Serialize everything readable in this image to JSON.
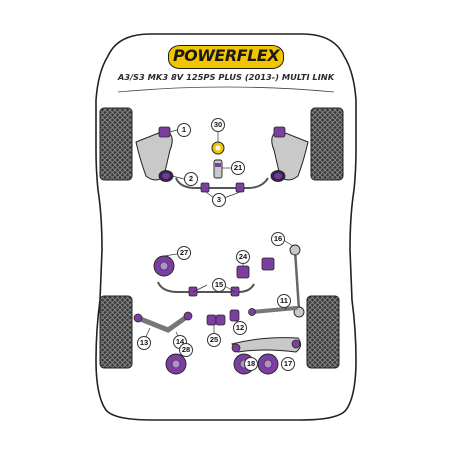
{
  "brand": {
    "logo_text": "POWERFLEX",
    "subtitle": "A3/S3 MK3 8V 125PS PLUS (2013-) MULTI LINK"
  },
  "colors": {
    "bush_purple": "#7b3fa0",
    "bush_purple_light": "#b48fce",
    "brand_yellow": "#f2c500",
    "tyre_dark": "#3a3a3a",
    "metal_grey": "#c9c9c9",
    "outline": "#1e1e1e"
  },
  "callouts": [
    {
      "id": "c1",
      "label": "1"
    },
    {
      "id": "c2",
      "label": "2"
    },
    {
      "id": "c3",
      "label": "3"
    },
    {
      "id": "c11",
      "label": "11"
    },
    {
      "id": "c12",
      "label": "12"
    },
    {
      "id": "c13",
      "label": "13"
    },
    {
      "id": "c14",
      "label": "14"
    },
    {
      "id": "c15",
      "label": "15"
    },
    {
      "id": "c16",
      "label": "16"
    },
    {
      "id": "c17",
      "label": "17"
    },
    {
      "id": "c18",
      "label": "18"
    },
    {
      "id": "c21",
      "label": "21"
    },
    {
      "id": "c24",
      "label": "24"
    },
    {
      "id": "c25",
      "label": "25"
    },
    {
      "id": "c27",
      "label": "27"
    },
    {
      "id": "c28",
      "label": "28"
    },
    {
      "id": "c30",
      "label": "30"
    }
  ]
}
